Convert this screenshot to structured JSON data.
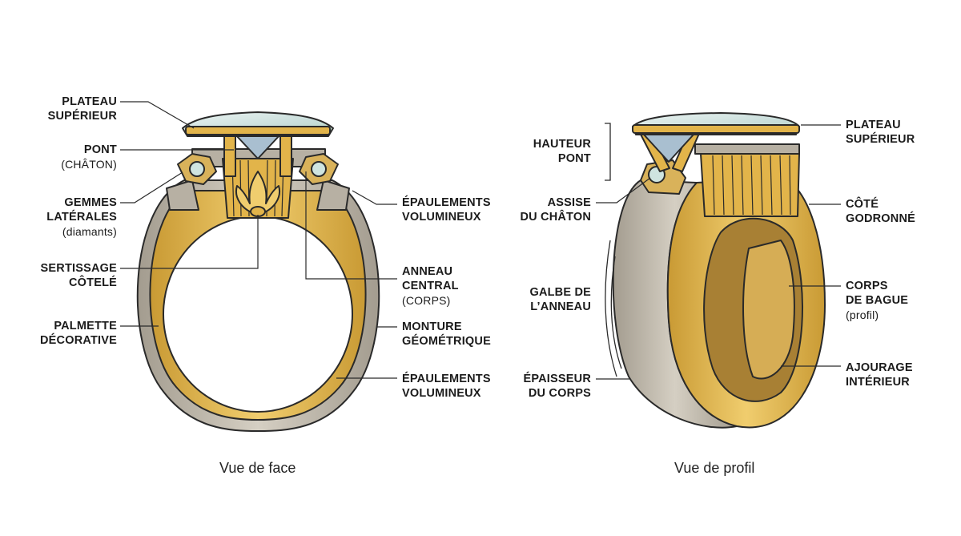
{
  "front": {
    "caption": "Vue de face",
    "labels": {
      "plateau": {
        "l1": "PLATEAU",
        "l2": "SUPÉRIEUR"
      },
      "pont": {
        "l1": "PONT",
        "sub": "(CHÂTON)"
      },
      "gemmes": {
        "l1": "GEMMES",
        "l2": "LATÉRALES",
        "sub": "(diamants)"
      },
      "sertissage": {
        "l1": "SERTISSAGE",
        "l2": "CÔTELÉ"
      },
      "palmette": {
        "l1": "PALMETTE",
        "l2": "DÉCORATIVE"
      },
      "epaulements1": {
        "l1": "ÉPAULEMENTS",
        "l2": "VOLUMINEUX"
      },
      "anneau": {
        "l1": "ANNEAU",
        "l2": "CENTRAL",
        "sub": "(CORPS)"
      },
      "monture": {
        "l1": "MONTURE",
        "l2": "GÉOMÉTRIQUE"
      },
      "epaulements2": {
        "l1": "ÉPAULEMENTS",
        "l2": "VOLUMINEUX"
      }
    }
  },
  "profile": {
    "caption": "Vue de profil",
    "labels": {
      "hauteur": {
        "l1": "HAUTEUR",
        "l2": "PONT"
      },
      "assise": {
        "l1": "ASSISE",
        "l2": "DU CHÂTON"
      },
      "galbe": {
        "l1": "GALBE DE",
        "l2": "L’ANNEAU"
      },
      "epaisseur": {
        "l1": "ÉPAISSEUR",
        "l2": "DU CORPS"
      },
      "plateau": {
        "l1": "PLATEAU",
        "l2": "SUPÉRIEUR"
      },
      "cote": {
        "l1": "CÔTÉ",
        "l2": "GODRONNÉ"
      },
      "corps": {
        "l1": "CORPS",
        "l2": "DE BAGUE",
        "sub": "(profil)"
      },
      "ajourage": {
        "l1": "AJOURAGE",
        "l2": "INTÉRIEUR"
      }
    }
  },
  "colors": {
    "gold": "#e2b44a",
    "gold_light": "#f2d27a",
    "gold_dark": "#b9872a",
    "silver": "#b7b0a3",
    "silver_light": "#d9d3c6",
    "stone": "#cfe0dc",
    "outline": "#2a2a2a"
  }
}
